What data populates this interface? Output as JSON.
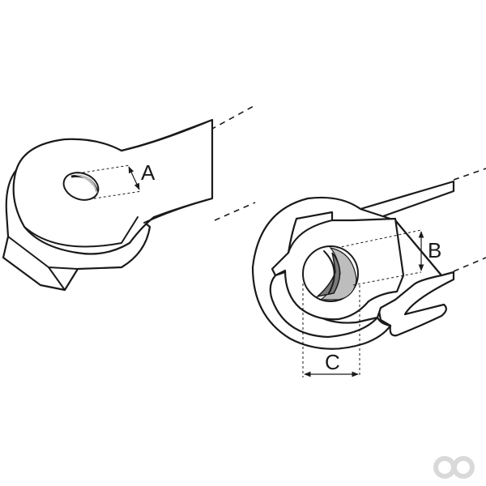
{
  "dimensions": {
    "a_label": "A",
    "b_label": "B",
    "c_label": "C"
  },
  "logo": {
    "icon": "double-ring-logo-icon",
    "color": "#d9d9d9"
  },
  "colors": {
    "ink": "#1a1a1a",
    "background": "#ffffff",
    "hole_shade": "#bdbdbd",
    "inner_shade": "#7a7a7a"
  }
}
